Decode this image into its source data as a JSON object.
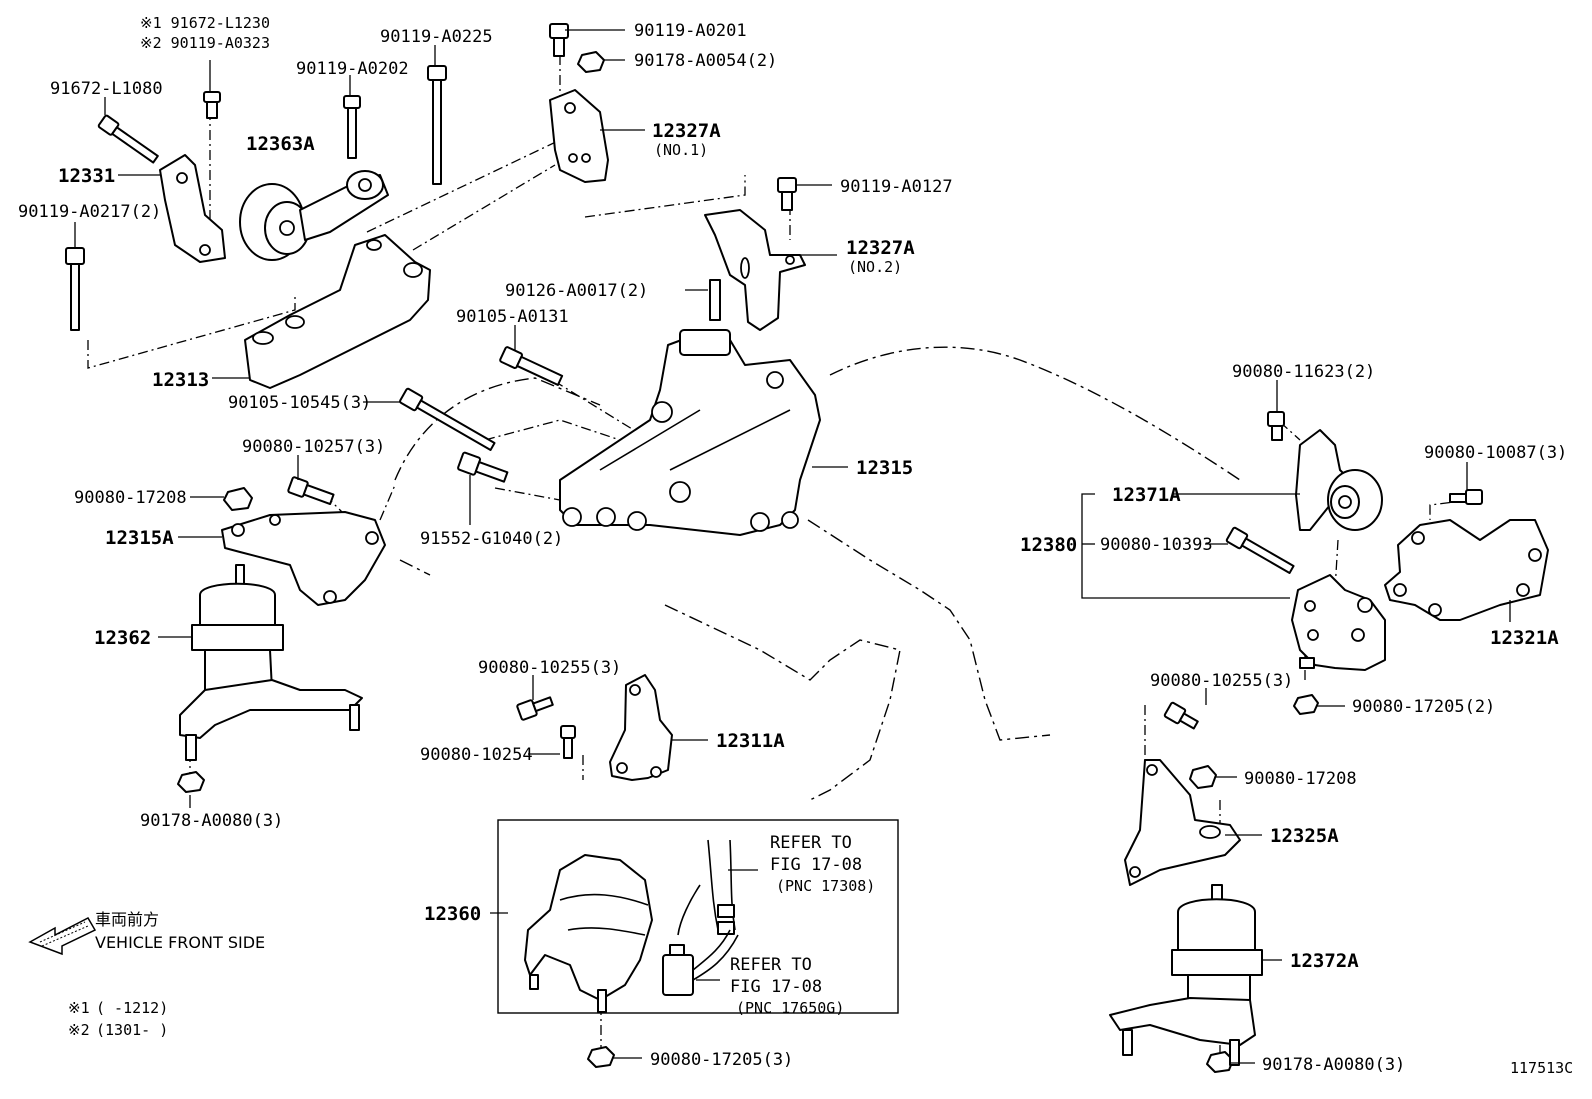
{
  "diagram_id": "117513C",
  "front_side": {
    "jp": "車両前方",
    "en": "VEHICLE FRONT SIDE"
  },
  "notes": [
    {
      "mark": "※1",
      "text": "(      -1212)"
    },
    {
      "mark": "※2",
      "text": "(1301-      )"
    }
  ],
  "labels": {
    "p91672_L1230": "※1 91672-L1230",
    "p90119_A0323": "※2 90119-A0323",
    "p90119_A0225": "90119-A0225",
    "p90119_A0201": "90119-A0201",
    "p90178_A0054": "90178-A0054(2)",
    "p91672_L1080": "91672-L1080",
    "p90119_A0202": "90119-A0202",
    "p12363A": "12363A",
    "p12327A_1": "12327A",
    "p12327A_1_sub": "(NO.1)",
    "p12331": "12331",
    "p90119_A0217": "90119-A0217(2)",
    "p90119_A0127": "90119-A0127",
    "p12327A_2": "12327A",
    "p12327A_2_sub": "(NO.2)",
    "p90126_A0017": "90126-A0017(2)",
    "p90105_A0131": "90105-A0131",
    "p12313": "12313",
    "p90105_10545": "90105-10545(3)",
    "p90080_10257": "90080-10257(3)",
    "p12315": "12315",
    "p90080_11623": "90080-11623(2)",
    "p90080_10087": "90080-10087(3)",
    "p90080_17208_a": "90080-17208",
    "p12315A": "12315A",
    "p91552_G1040": "91552-G1040(2)",
    "p12371A": "12371A",
    "p12380": "12380",
    "p90080_10393": "90080-10393",
    "p12362": "12362",
    "p12321A": "12321A",
    "p90080_10255_a": "90080-10255(3)",
    "p90080_10255_b": "90080-10255(3)",
    "p90080_17205_a": "90080-17205(2)",
    "p12311A": "12311A",
    "p90080_10254": "90080-10254",
    "p90080_17208_b": "90080-17208",
    "p90178_A0080_a": "90178-A0080(3)",
    "p12325A": "12325A",
    "refer1_a": "REFER TO",
    "refer1_b": "FIG 17-08",
    "refer1_c": "(PNC 17308)",
    "refer2_a": "REFER TO",
    "refer2_b": "FIG 17-08",
    "refer2_c": "(PNC 17650G)",
    "p12360": "12360",
    "p12372A": "12372A",
    "p90080_17205_b": "90080-17205(3)",
    "p90178_A0080_b": "90178-A0080(3)"
  }
}
